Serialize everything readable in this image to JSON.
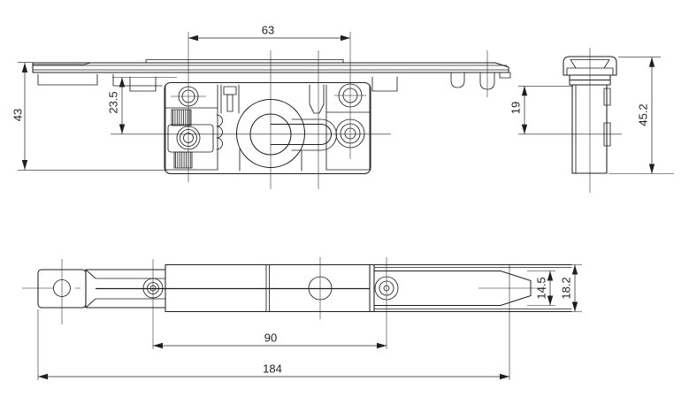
{
  "drawing": {
    "kind": "technical-drawing",
    "colors": {
      "line": "#1f1f1f",
      "background": "#ffffff"
    },
    "dimensions": {
      "front_view": {
        "hole_spacing_width": "63",
        "overall_height": "43",
        "hole_vertical_offset": "23.5"
      },
      "side_view": {
        "tab_offset": "19",
        "overall_height": "45.2"
      },
      "bottom_view": {
        "screw_spacing": "90",
        "overall_length": "184",
        "inner_bar_height": "14.5",
        "outer_rail_height": "18.2"
      }
    }
  }
}
